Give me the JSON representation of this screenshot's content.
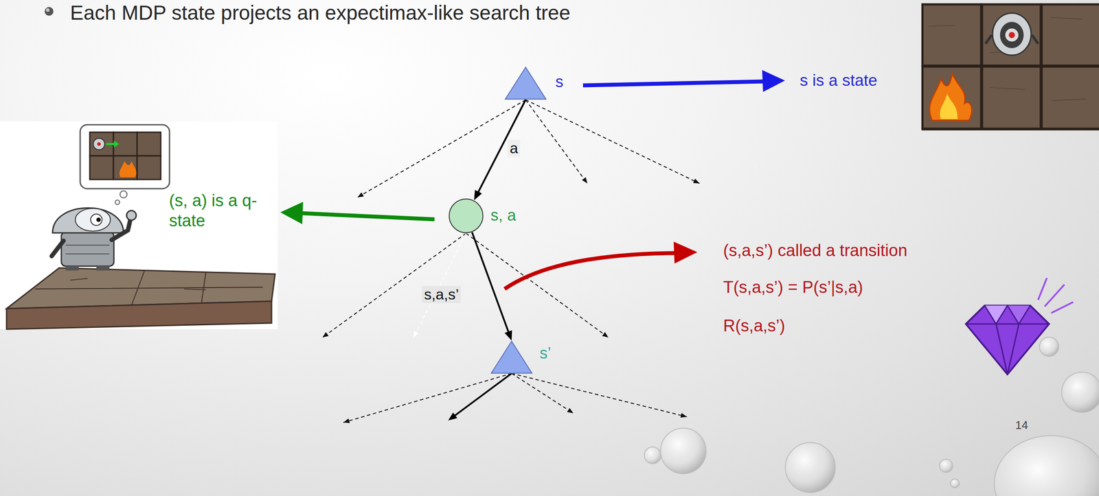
{
  "diagram": {
    "title": "Each MDP state projects an expectimax-like search tree",
    "nodes": [
      {
        "text": [
          "s"
        ]
      },
      {
        "text": [
          "s, a"
        ]
      },
      {
        "text": [
          "s’"
        ]
      }
    ],
    "edges": [
      {
        "from": 0,
        "to": 1,
        "label": "a",
        "arrow": "to"
      },
      {
        "from": 1,
        "to": 2,
        "label": "s,a,s’",
        "arrow": "to"
      }
    ],
    "labels": [
      "s is a state",
      "(s, a) is a q-state",
      "(s,a,s’) called a transition",
      "T(s,a,s’) = P(s’|s,a)",
      "R(s,a,s’)",
      "14"
    ]
  }
}
